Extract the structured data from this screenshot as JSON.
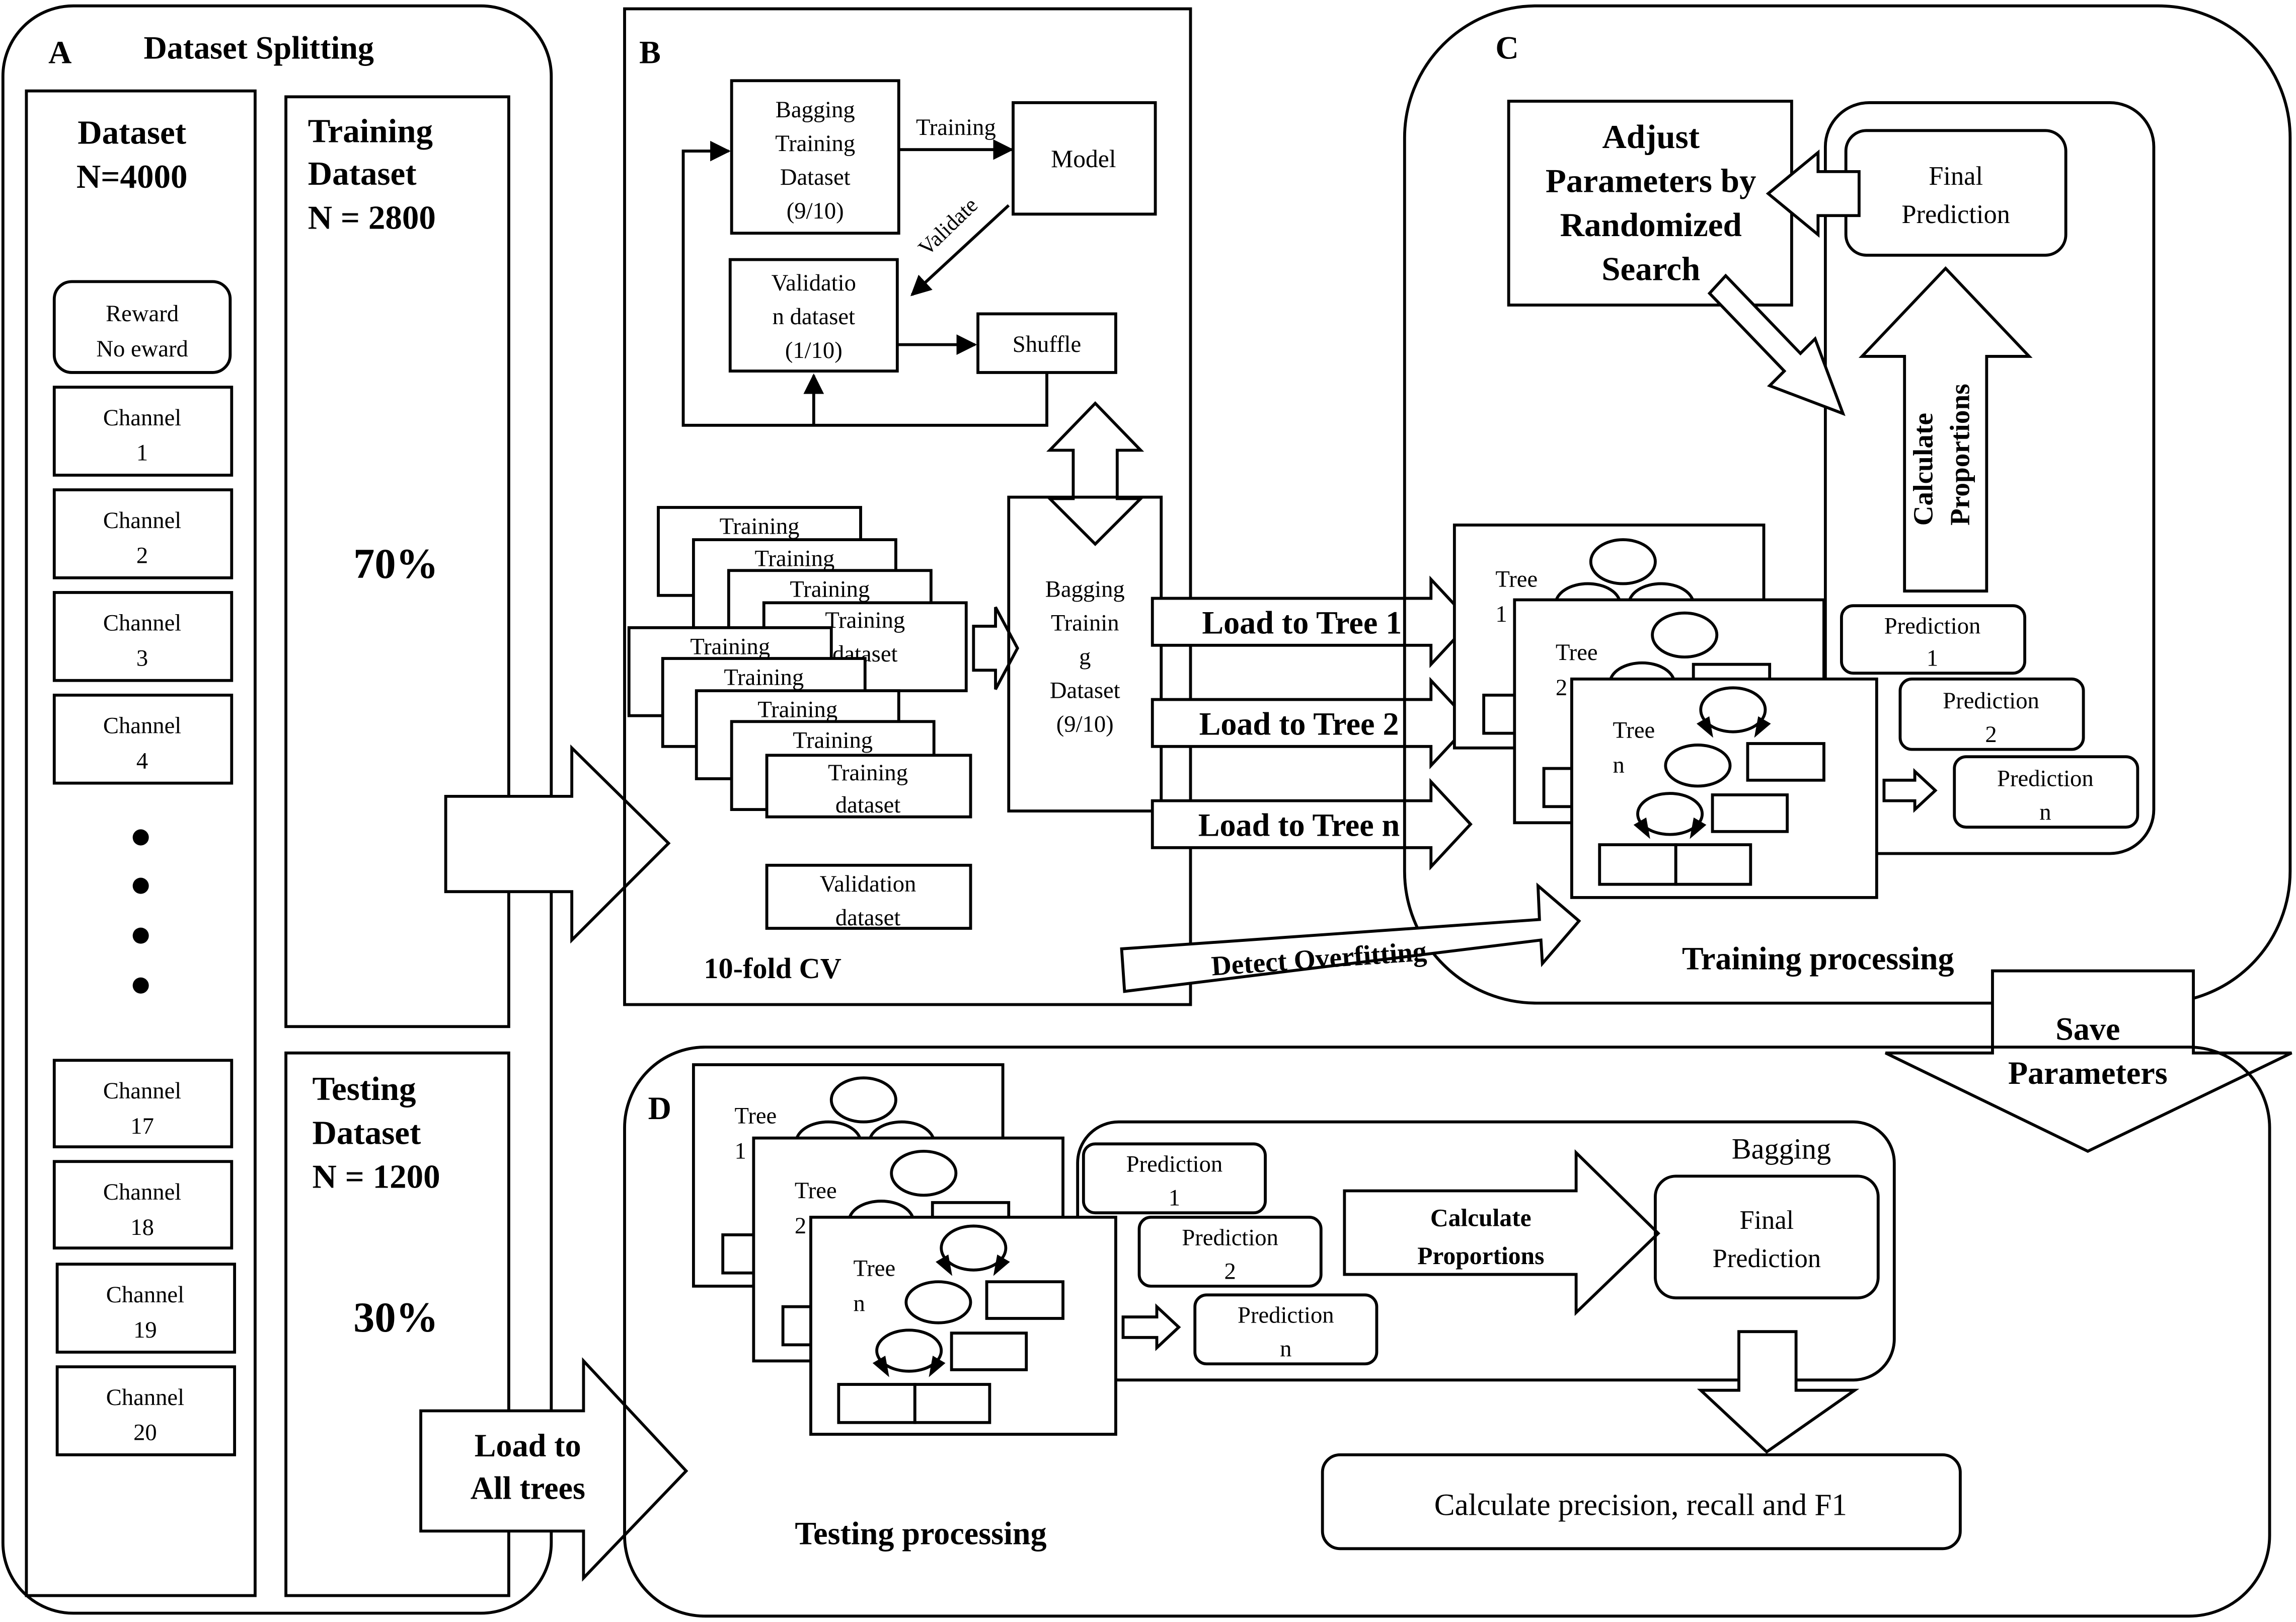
{
  "panel_a": {
    "letter": "A",
    "title": "Dataset Splitting",
    "dataset": {
      "title": "Dataset",
      "n": "N=4000"
    },
    "reward": [
      "Reward",
      "No eward"
    ],
    "channels_top": [
      {
        "word": "Channel",
        "num": "1"
      },
      {
        "word": "Channel",
        "num": "2"
      },
      {
        "word": "Channel",
        "num": "3"
      },
      {
        "word": "Channel",
        "num": "4"
      }
    ],
    "channels_bottom": [
      {
        "word": "Channel",
        "num": "17"
      },
      {
        "word": "Channel",
        "num": "18"
      },
      {
        "word": "Channel",
        "num": "19"
      },
      {
        "word": "Channel",
        "num": "20"
      }
    ],
    "training": {
      "l1": "Training",
      "l2": "Dataset",
      "l3": "N = 2800",
      "pct": "70%"
    },
    "testing": {
      "l1": "Testing",
      "l2": "Dataset",
      "l3": "N = 1200",
      "pct": "30%"
    },
    "load_all": [
      "Load to",
      "All trees"
    ]
  },
  "panel_b": {
    "letter": "B",
    "bagging_train": [
      "Bagging",
      "Training",
      "Dataset",
      "(9/10)"
    ],
    "training_label": "Training",
    "model": "Model",
    "validate": "Validate",
    "validation": [
      "Validatio",
      "n dataset",
      "(1/10)"
    ],
    "shuffle": "Shuffle",
    "stack_a": [
      "Training",
      "Training",
      "Training"
    ],
    "stack_a_last": [
      "Training",
      "dataset"
    ],
    "stack_b": [
      "Training",
      "Training",
      "Training",
      "Training"
    ],
    "stack_b_last": [
      "Training",
      "dataset"
    ],
    "validation_dataset": [
      "Validation",
      "dataset"
    ],
    "bagging_big": [
      "Bagging",
      "Trainin",
      "g",
      "Dataset",
      "(9/10)"
    ],
    "cv": "10-fold CV"
  },
  "load_trees": [
    "Load to Tree 1",
    "Load to Tree 2",
    "Load to Tree n"
  ],
  "detect": "Detect Overfitting",
  "panel_c": {
    "letter": "C",
    "adjust": [
      "Adjust",
      "Parameters by",
      "Randomized",
      "Search"
    ],
    "final": [
      "Final",
      "Prediction"
    ],
    "calc": [
      "Calculate",
      "Proportions"
    ],
    "trees": [
      {
        "word": "Tree",
        "num": "1"
      },
      {
        "word": "Tree",
        "num": "2"
      },
      {
        "word": "Tree",
        "num": "n"
      }
    ],
    "predictions": [
      {
        "word": "Prediction",
        "num": "1"
      },
      {
        "word": "Prediction",
        "num": "2"
      },
      {
        "word": "Prediction",
        "num": "n"
      }
    ],
    "caption": "Training processing"
  },
  "save": [
    "Save",
    "Parameters"
  ],
  "panel_d": {
    "letter": "D",
    "trees": [
      {
        "word": "Tree",
        "num": "1"
      },
      {
        "word": "Tree",
        "num": "2"
      },
      {
        "word": "Tree",
        "num": "n"
      }
    ],
    "predictions": [
      {
        "word": "Prediction",
        "num": "1"
      },
      {
        "word": "Prediction",
        "num": "2"
      },
      {
        "word": "Prediction",
        "num": "n"
      }
    ],
    "bagging": "Bagging",
    "calc": [
      "Calculate",
      "Proportions"
    ],
    "final": [
      "Final",
      "Prediction"
    ],
    "metrics": "Calculate precision, recall and F1",
    "caption": "Testing processing"
  }
}
